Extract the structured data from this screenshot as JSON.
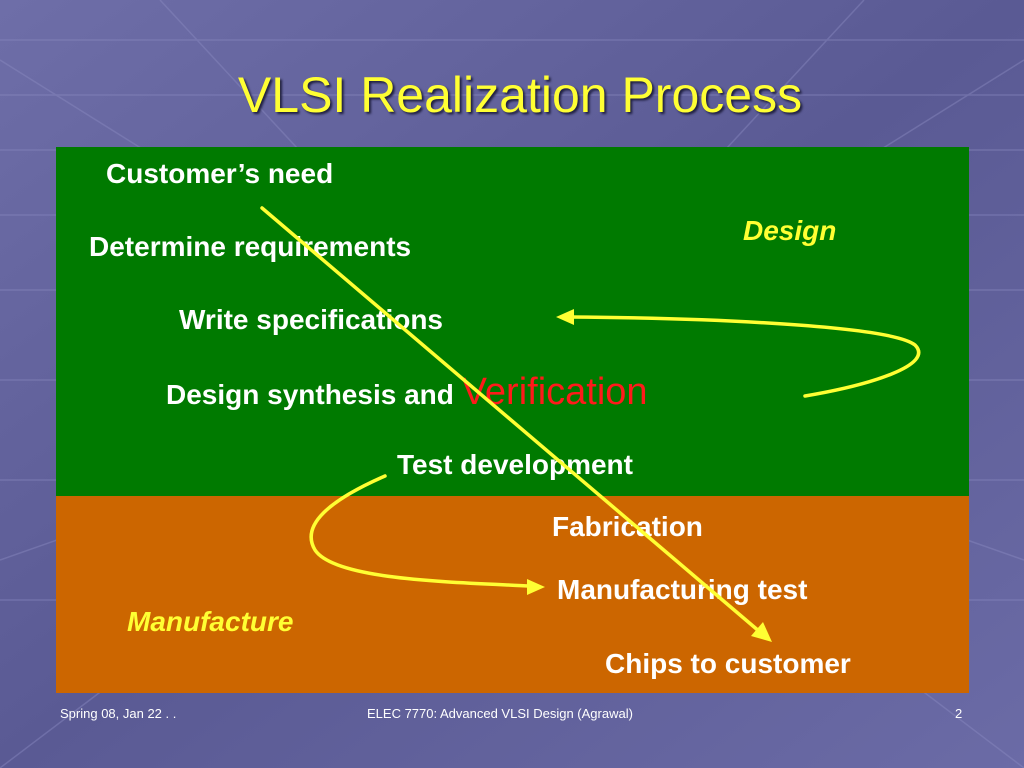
{
  "title": "VLSI Realization Process",
  "steps": {
    "customer_need": "Customer’s need",
    "determine_requirements": "Determine requirements",
    "write_specifications": "Write specifications",
    "design_synthesis": "Design synthesis and",
    "verification": "Verification",
    "test_development": "Test development",
    "fabrication": "Fabrication",
    "manufacturing_test": "Manufacturing test",
    "chips_to_customer": "Chips to customer"
  },
  "phases": {
    "design": "Design",
    "manufacture": "Manufacture"
  },
  "footer": {
    "date": "Spring 08, Jan 22 . .",
    "course": "ELEC 7770: Advanced VLSI Design (Agrawal)",
    "page_number": "2"
  },
  "colors": {
    "title": "#ffff33",
    "design_panel": "#007a00",
    "manufacture_panel": "#cc6600",
    "verification": "#ff1a1a",
    "arrow": "#ffff33"
  }
}
